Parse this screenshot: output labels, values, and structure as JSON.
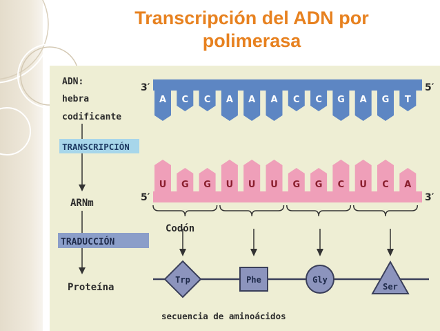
{
  "title": {
    "line1": "Transcripción del ADN por",
    "line2": "polimerasa"
  },
  "dna": {
    "label_line1": "ADN:",
    "label_line2": "hebra",
    "label_line3": "codificante",
    "end_left": "3′",
    "end_right": "5′",
    "bases": [
      "A",
      "C",
      "C",
      "A",
      "A",
      "A",
      "C",
      "C",
      "G",
      "A",
      "G",
      "T"
    ]
  },
  "process": {
    "transcription": "TRANSCRIPCIÓN",
    "translation": "TRADUCCIÓN",
    "mrna_label": "ARNm",
    "protein_label": "Proteína"
  },
  "rna": {
    "end_left": "5′",
    "end_right": "3′",
    "bases": [
      "U",
      "G",
      "G",
      "U",
      "U",
      "U",
      "G",
      "G",
      "C",
      "U",
      "C",
      "A"
    ],
    "codon_label": "Codón"
  },
  "protein": {
    "amino_acids": [
      "Trp",
      "Phe",
      "Gly",
      "Ser"
    ],
    "footer": "secuencia de aminoácidos"
  },
  "colors": {
    "title": "#e7811f",
    "dna": "#5d86c3",
    "rna": "#ef9fb9",
    "amino": "#8c94bd",
    "process_box": "#8b9ec9",
    "transcription_box": "#a7d6ea"
  }
}
